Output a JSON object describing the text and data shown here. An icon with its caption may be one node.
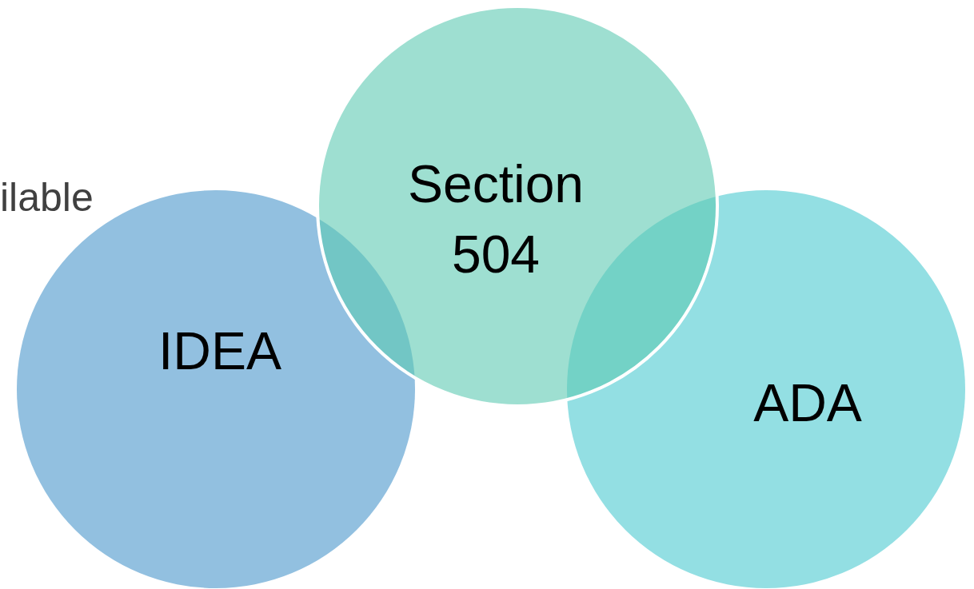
{
  "diagram": {
    "nodes": [
      {
        "text": [
          "IDEA"
        ]
      },
      {
        "text": [
          "Section 504"
        ]
      },
      {
        "text": [
          "ADA"
        ]
      }
    ],
    "labels": [
      "ilable"
    ]
  }
}
